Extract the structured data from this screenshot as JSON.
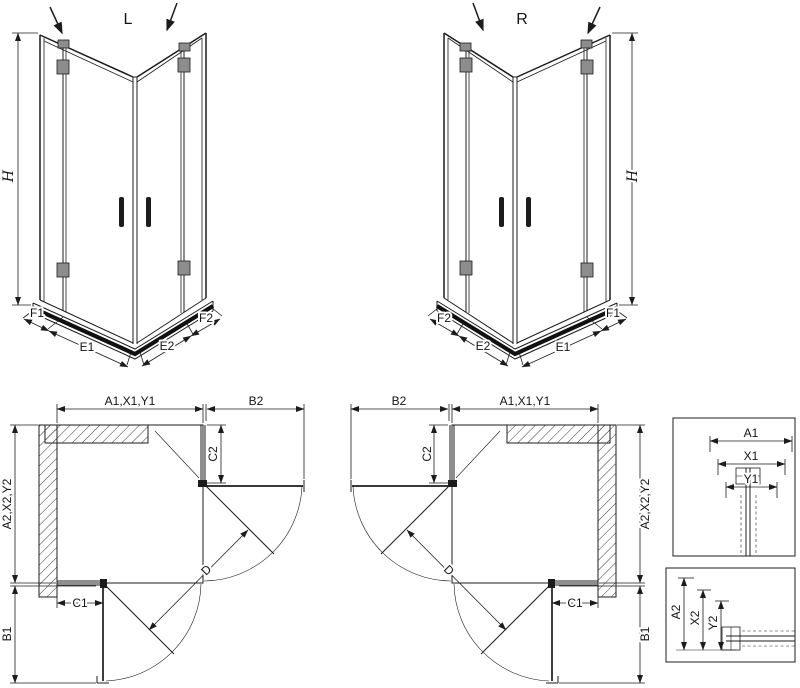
{
  "perspective_left": {
    "view_label": "L",
    "height_dim": "H",
    "dim_f1": "F1",
    "dim_e1": "E1",
    "dim_e2": "E2",
    "dim_f2": "F2"
  },
  "perspective_right": {
    "view_label": "R",
    "height_dim": "H",
    "dim_f1": "F1",
    "dim_e1": "E1",
    "dim_e2": "E2",
    "dim_f2": "F2"
  },
  "plan_left": {
    "dim_width_top": "A1,X1,Y1",
    "dim_door_side": "B2",
    "dim_return": "C2",
    "dim_depth_side": "A2,X2,Y2",
    "dim_door_front": "B1",
    "dim_fixed_front": "C1",
    "dim_entry": "D"
  },
  "plan_right": {
    "dim_width_top": "A1,X1,Y1",
    "dim_door_side": "B2",
    "dim_return": "C2",
    "dim_depth_side": "A2,X2,Y2",
    "dim_door_front": "B1",
    "dim_fixed_front": "C1",
    "dim_entry": "D"
  },
  "detail_top": {
    "dim_a1": "A1",
    "dim_x1": "X1",
    "dim_y1": "Y1"
  },
  "detail_bottom": {
    "dim_a2": "A2",
    "dim_x2": "X2",
    "dim_y2": "Y2"
  }
}
